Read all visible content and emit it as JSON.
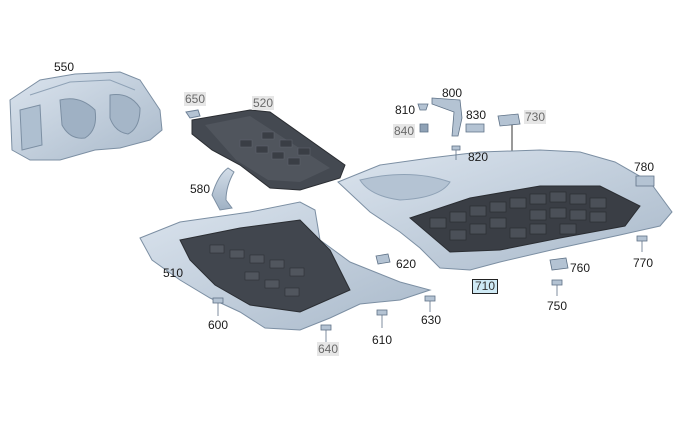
{
  "diagram": {
    "callouts": {
      "c550": "550",
      "c650": "650",
      "c520": "520",
      "c800": "800",
      "c810": "810",
      "c830": "830",
      "c840": "840",
      "c730": "730",
      "c820": "820",
      "c780": "780",
      "c580": "580",
      "c510": "510",
      "c620": "620",
      "c760": "760",
      "c770": "770",
      "c710": "710",
      "c750": "750",
      "c600": "600",
      "c630": "630",
      "c610": "610",
      "c640": "640"
    },
    "highlighted_callout": "710",
    "colors": {
      "panel": "#c3d0de",
      "panel_dark": "#8fa2b6",
      "panel_edge": "#7c8fa3",
      "pad": "#3a3e45",
      "pad_light": "#51565e",
      "highlight_box": "#cfeaf5"
    }
  }
}
